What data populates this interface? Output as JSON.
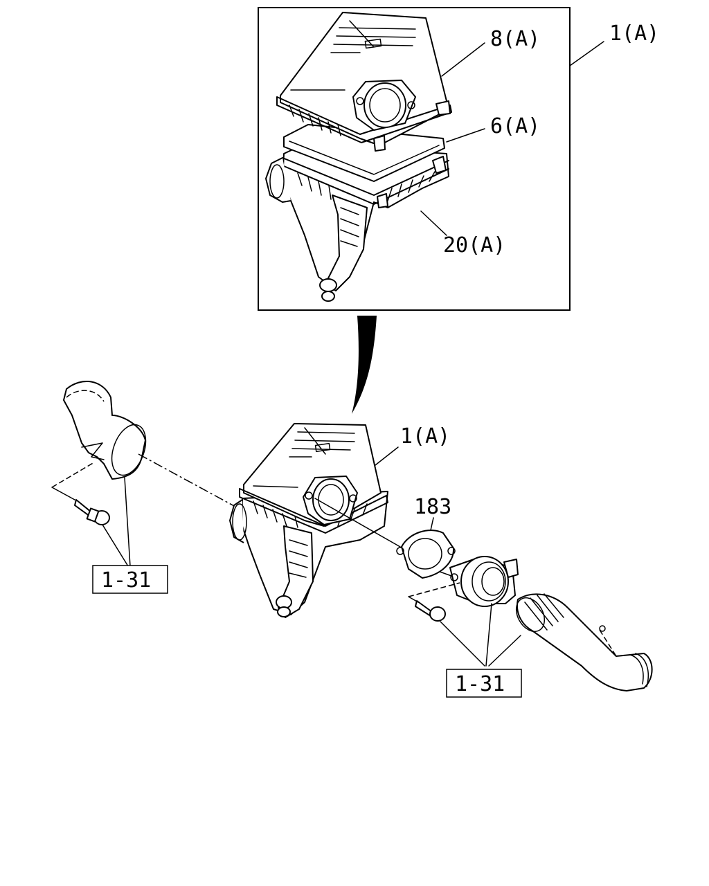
{
  "labels": {
    "assembly_inset": "1(A)",
    "cover": "8(A)",
    "element": "6(A)",
    "case": "20(A)",
    "assembly_main": "1(A)",
    "gasket": "183",
    "ref_left": "1-31",
    "ref_right": "1-31"
  },
  "colors": {
    "line": "#000000",
    "background": "#ffffff"
  }
}
